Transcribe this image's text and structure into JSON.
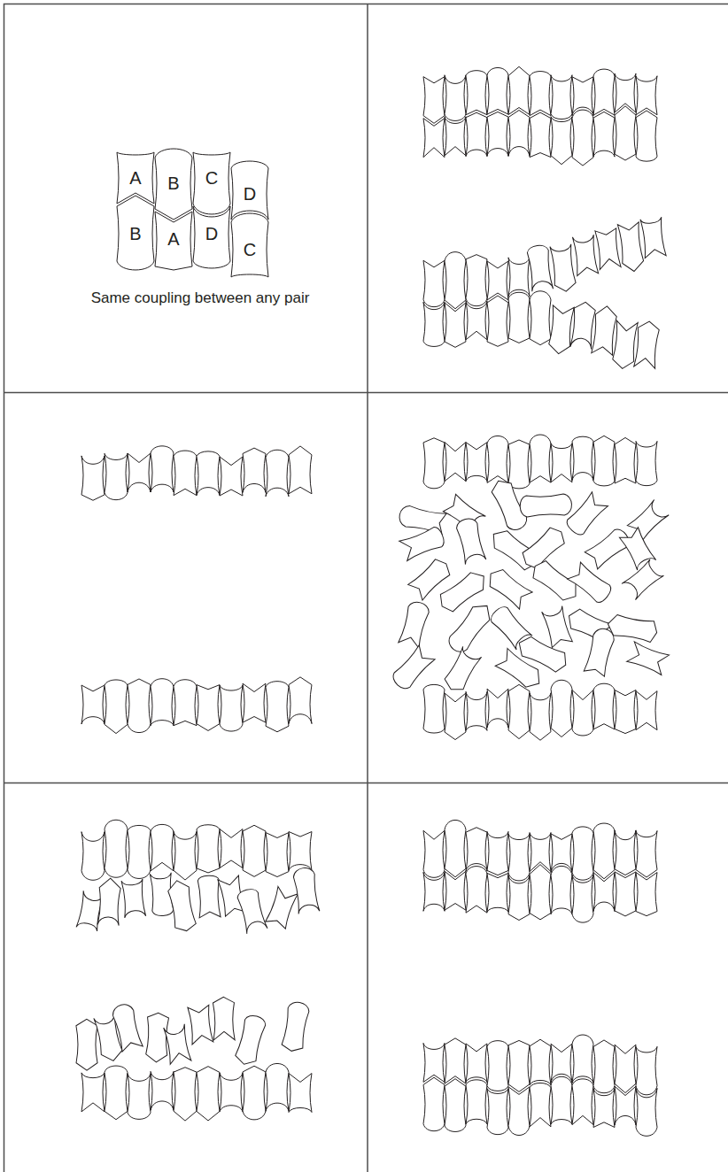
{
  "diagram": {
    "nodes": [
      {
        "text": [
          "A"
        ]
      },
      {
        "text": [
          "B"
        ]
      },
      {
        "text": [
          "C"
        ]
      },
      {
        "text": [
          "D"
        ]
      },
      {
        "text": [
          "B"
        ]
      },
      {
        "text": [
          "A"
        ]
      },
      {
        "text": [
          "D"
        ]
      },
      {
        "text": [
          "C"
        ]
      }
    ],
    "labels": [
      "Same coupling between any pair"
    ]
  }
}
